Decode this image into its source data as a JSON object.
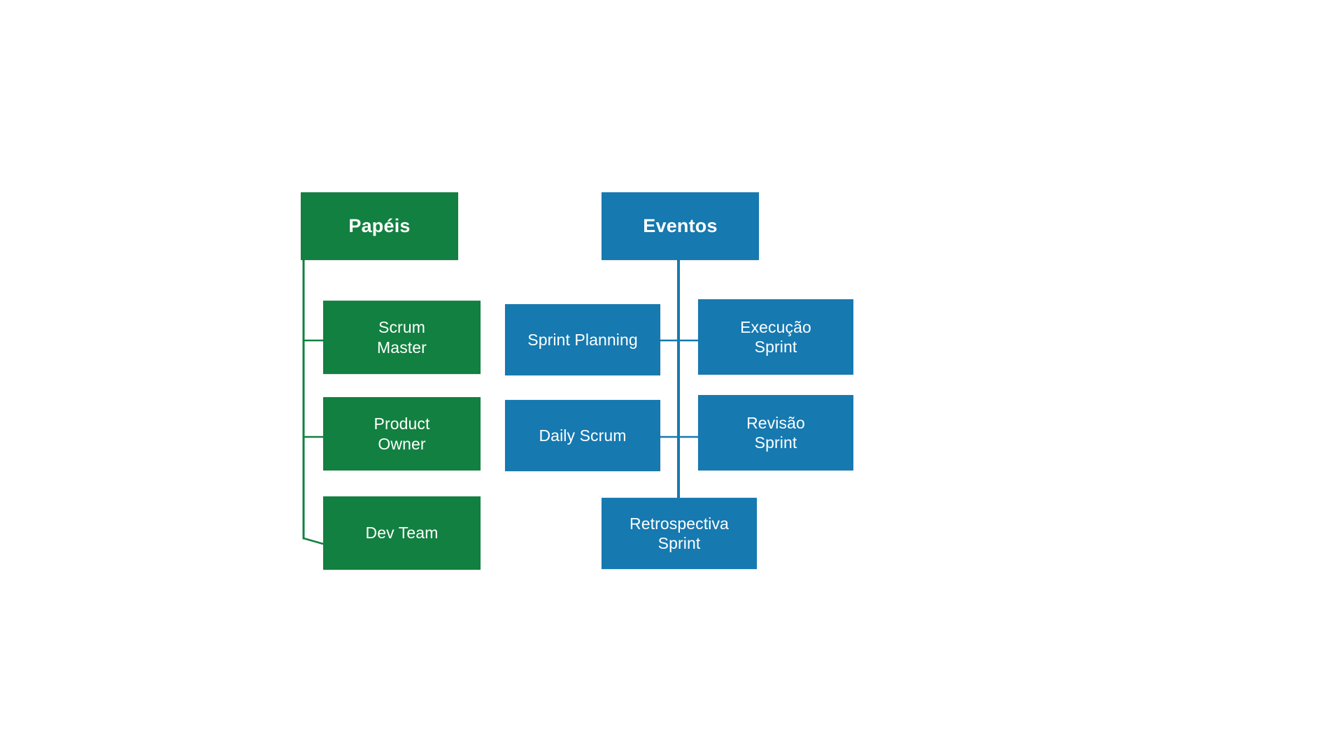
{
  "diagram": {
    "title_text": "",
    "background_color": "#ffffff",
    "colors": {
      "roles_green": "#128040",
      "events_blue": "#1679b0",
      "node_text": "#ffffff"
    },
    "branches": [
      {
        "id": "papeis",
        "header": {
          "label": "Papéis",
          "color": "#128040"
        },
        "children": [
          {
            "label": "Scrum\nMaster"
          },
          {
            "label": "Product\nOwner"
          },
          {
            "label": "Dev Team"
          }
        ]
      },
      {
        "id": "eventos",
        "header": {
          "label": "Eventos",
          "color": "#1679b0"
        },
        "children": [
          {
            "label": "Sprint Planning"
          },
          {
            "label": "Execução\nSprint"
          },
          {
            "label": "Daily Scrum"
          },
          {
            "label": "Revisão\nSprint"
          },
          {
            "label": "Retrospectiva\nSprint"
          }
        ]
      }
    ]
  }
}
